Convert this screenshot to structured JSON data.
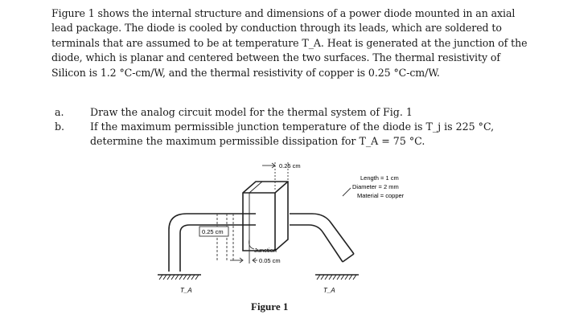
{
  "paragraph": [
    "Figure 1 shows the internal structure and dimensions of a power diode mounted in an axial",
    "lead package.  The diode is cooled by conduction through its leads, which are soldered to",
    "terminals that are assumed to be at temperature T_A.  Heat is generated at the junction of the",
    "diode, which is planar and centered between the two surfaces.  The thermal resistivity of",
    "Silicon is 1.2 °C-cm/W, and the thermal resistivity of copper is 0.25 °C-cm/W."
  ],
  "questions": [
    {
      "letter": "a.",
      "lines": [
        "Draw the analog circuit model for the thermal system of Fig. 1"
      ]
    },
    {
      "letter": "b.",
      "lines": [
        "If the maximum permissible junction temperature of the diode is T_j is 225 °C,",
        "determine the maximum permissible dissipation for T_A = 75 °C."
      ]
    }
  ],
  "figure": {
    "caption": "Figure 1",
    "dim_top": "0.25 cm",
    "dim_left": "0.25 cm",
    "junction_label": "Junction",
    "dim_bottom": "0.05 cm",
    "lead_specs": [
      "Length  =  1 cm",
      "Diameter  =  2 mm",
      "Material  =  copper"
    ],
    "terminal_label": "T_A"
  }
}
